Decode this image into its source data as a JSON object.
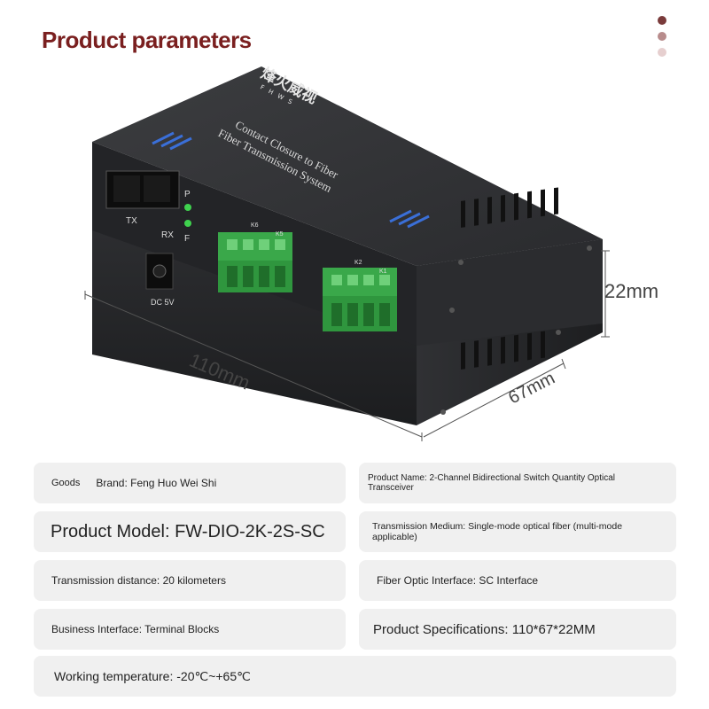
{
  "header": {
    "title": "Product parameters"
  },
  "colors": {
    "accent": "#7a1f1f",
    "dot1": "#7a3b3b",
    "dot2": "#b88c8c",
    "dot3": "#e6cfcf",
    "card_bg": "#f0f0f0",
    "terminal_green": "#3aa84a"
  },
  "product_image": {
    "brand_logo": "烽火威视",
    "logo_sub": "F H W S",
    "top_text_line1": "Contact Closure to Fiber",
    "top_text_line2": "Fiber Transmission System",
    "port_tx": "TX",
    "port_rx": "RX",
    "led_p": "P",
    "led_f": "F",
    "term_left_k6": "K6",
    "term_left_k5": "K5",
    "term_right_k2": "K2",
    "term_right_k1": "K1",
    "power_label": "DC 5V",
    "dim_height": "22mm",
    "dim_length": "110mm",
    "dim_width": "67mm"
  },
  "specs": {
    "goods_label": "Goods",
    "brand": "Brand: Feng Huo Wei Shi",
    "product_name": "Product Name: 2-Channel Bidirectional Switch Quantity Optical Transceiver",
    "product_model": "Product Model: FW-DIO-2K-2S-SC",
    "transmission_medium": "Transmission Medium: Single-mode optical fiber (multi-mode applicable)",
    "transmission_distance": "Transmission distance: 20 kilometers",
    "fiber_interface": "Fiber Optic Interface: SC Interface",
    "business_interface": "Business Interface: Terminal Blocks",
    "product_specifications": "Product Specifications: 110*67*22MM",
    "working_temperature": "Working temperature: -20℃~+65℃"
  }
}
